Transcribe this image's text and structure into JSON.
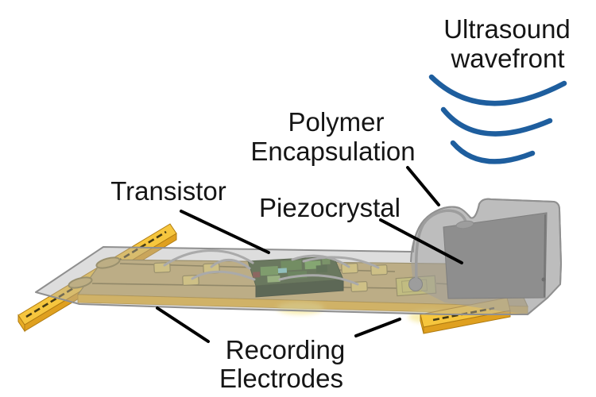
{
  "figure": {
    "type": "scientific-device-diagram",
    "description": "Ultrasound-powered neural implant schematic",
    "labels": {
      "ultrasound": {
        "line1": "Ultrasound",
        "line2": "wavefront"
      },
      "polymer": {
        "line1": "Polymer",
        "line2": "Encapsulation"
      },
      "piezocrystal": {
        "text": "Piezocrystal"
      },
      "transistor": {
        "text": "Transistor"
      },
      "recording": {
        "line1": "Recording",
        "line2": "Electrodes"
      }
    },
    "colors": {
      "background": "#ffffff",
      "label_text": "#151515",
      "leader_line": "#000000",
      "wavefront_blue": "#1e5e9e",
      "substrate_tan": "#c7ad6a",
      "substrate_outline": "#8f7d42",
      "substrate_front_gold": "#e9b635",
      "electrode_gold_top": "#f6c63e",
      "electrode_gold_side": "#dfa01f",
      "trace_olive": "#7d6d38",
      "pad_gold": "#e5ce69",
      "big_pad_yellow_green": "#cfc661",
      "encapsulation_gray": "#b5b5b5",
      "piezocrystal_gray": "#8e8e8e",
      "bond_wire_gray": "#a8a8a8",
      "chip_green_dark": "#3a5226",
      "glow_yellow": "#f5e37f"
    }
  }
}
